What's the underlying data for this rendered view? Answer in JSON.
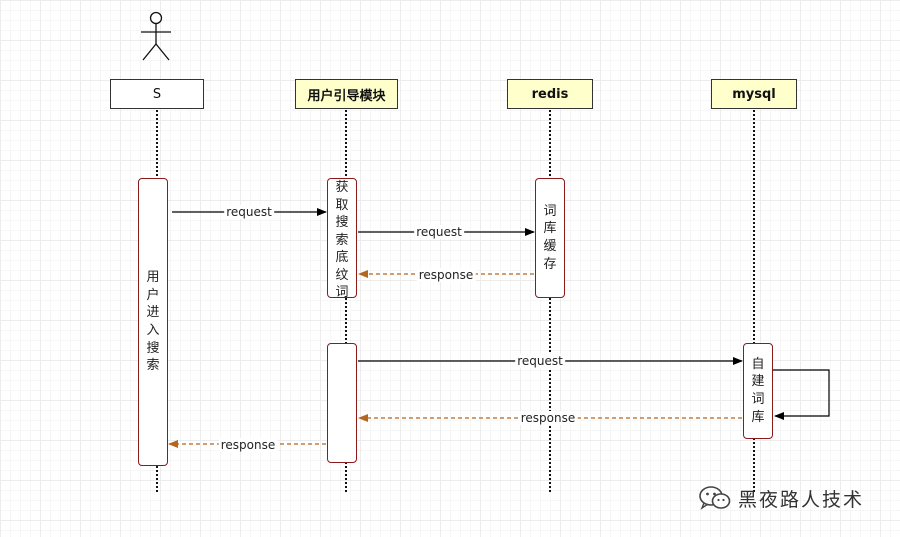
{
  "participants": {
    "actor": "S",
    "guide": "用户引导模块",
    "redis": "redis",
    "mysql": "mysql"
  },
  "activations": {
    "user_search": "用户进入搜索",
    "fetch_dict": "获取搜索底纹词库",
    "dict_cache": "词库缓存",
    "build_dict": "自建词库"
  },
  "messages": {
    "m1": "request",
    "m2": "request",
    "m3": "response",
    "m4": "request",
    "m5": "response",
    "m6": "response"
  },
  "watermark": {
    "text": "黑夜路人技术",
    "icon": "wechat-icon"
  },
  "colors": {
    "request_arrow": "#000000",
    "response_arrow": "#b5651d",
    "activation_border": "#8b1a1a",
    "participant_fill": "#ffffcc"
  }
}
